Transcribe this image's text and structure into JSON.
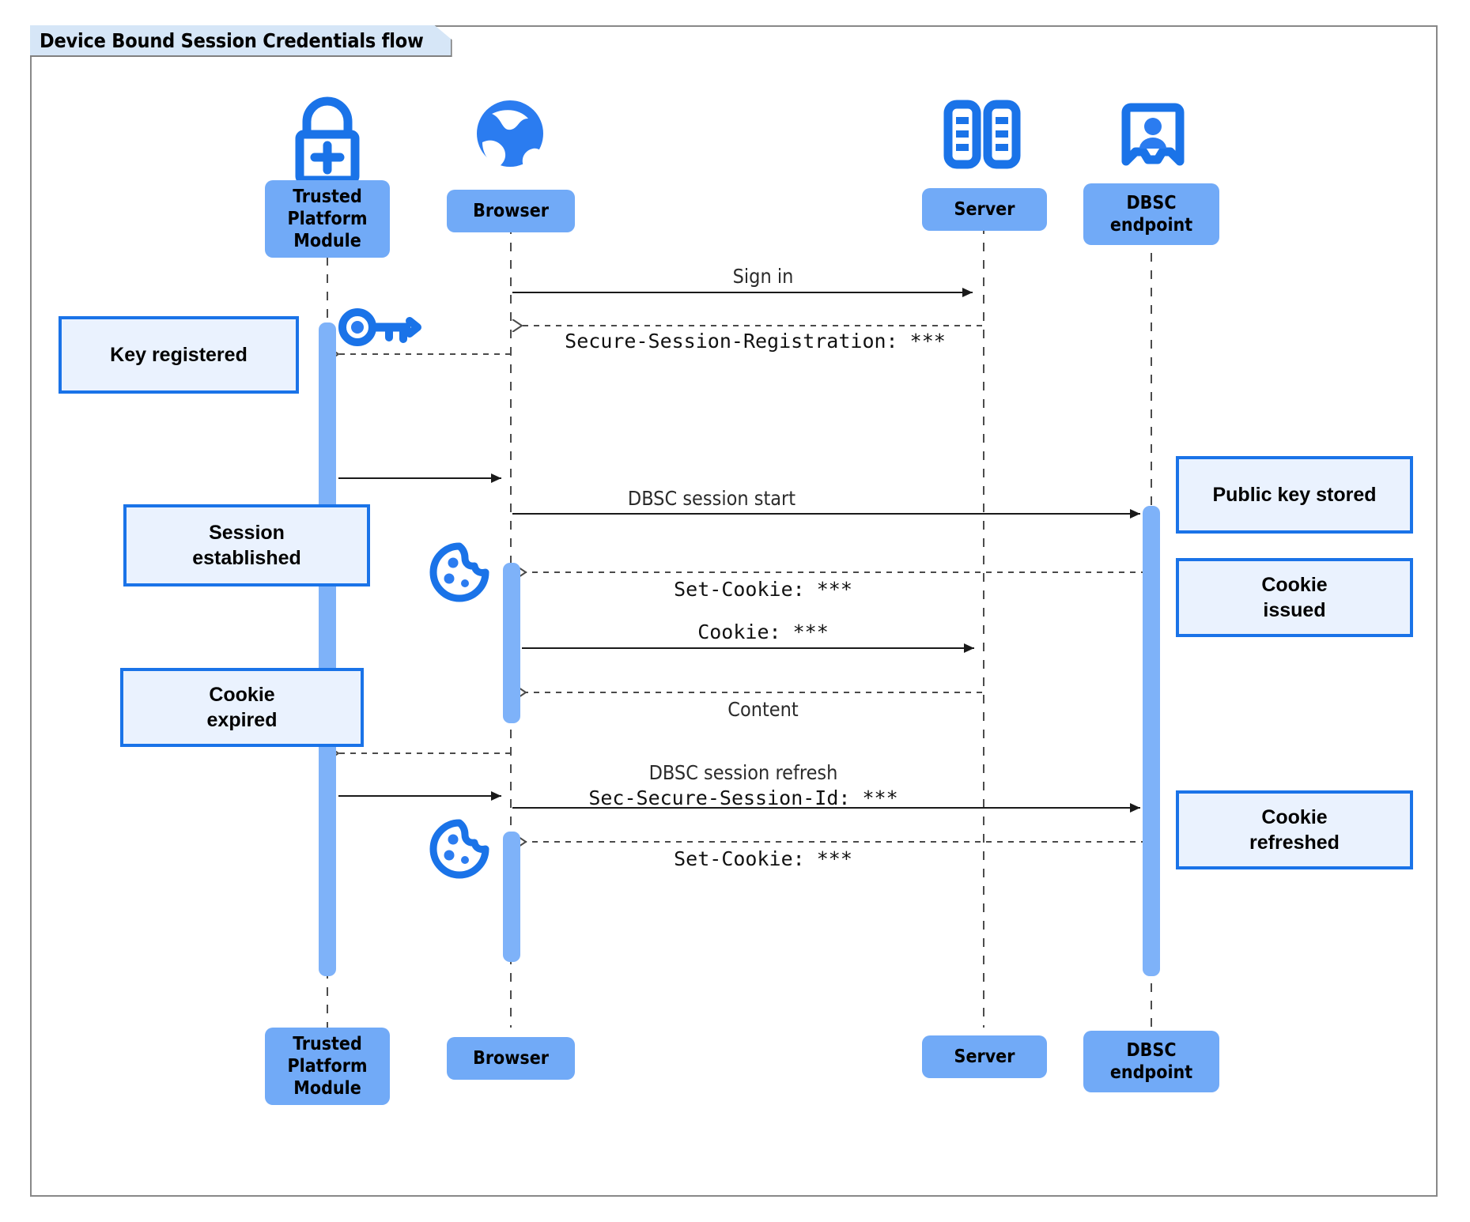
{
  "frame": {
    "title": "Device Bound Session Credentials flow"
  },
  "colors": {
    "participant_fill": "#71aaf7",
    "note_fill": "#eaf2fe",
    "note_border": "#1a73e8",
    "activation_fill": "#7eb2f9",
    "icon_blue": "#1a73e8",
    "frame_border": "#888888",
    "tab_fill": "#d6e6f7"
  },
  "participants": [
    {
      "id": "tpm",
      "label": "Trusted\nPlatform\nModule",
      "icon": "lock-plus-icon"
    },
    {
      "id": "browser",
      "label": "Browser",
      "icon": "globe-icon"
    },
    {
      "id": "server",
      "label": "Server",
      "icon": "server-racks-icon"
    },
    {
      "id": "dbsc",
      "label": "DBSC\nendpoint",
      "icon": "id-badge-icon"
    }
  ],
  "footer_participants": [
    {
      "id": "tpm",
      "label": "Trusted\nPlatform\nModule"
    },
    {
      "id": "browser",
      "label": "Browser"
    },
    {
      "id": "server",
      "label": "Server"
    },
    {
      "id": "dbsc",
      "label": "DBSC\nendpoint"
    }
  ],
  "messages": [
    {
      "id": "m1",
      "text": "Sign in",
      "style": "prop",
      "line": "solid",
      "from": "browser",
      "to": "server"
    },
    {
      "id": "m2",
      "text": "Secure-Session-Registration: ***",
      "style": "mono",
      "line": "dashed",
      "from": "server",
      "to": "browser"
    },
    {
      "id": "m3",
      "text": "",
      "style": "prop",
      "line": "solid",
      "from": "tpm",
      "to": "browser"
    },
    {
      "id": "m4",
      "text": "DBSC session start",
      "style": "prop",
      "line": "solid",
      "from": "browser",
      "to": "dbsc"
    },
    {
      "id": "m5",
      "text": "Set-Cookie: ***",
      "style": "mono",
      "line": "dashed",
      "from": "dbsc",
      "to": "browser"
    },
    {
      "id": "m6",
      "text": "Cookie: ***",
      "style": "mono",
      "line": "solid",
      "from": "browser",
      "to": "server"
    },
    {
      "id": "m7",
      "text": "Content",
      "style": "prop",
      "line": "dashed",
      "from": "server",
      "to": "browser"
    },
    {
      "id": "m8",
      "text": "",
      "style": "prop",
      "line": "dashed",
      "from": "browser",
      "to": "tpm"
    },
    {
      "id": "m9a",
      "text": "DBSC session refresh",
      "style": "prop",
      "line": "none",
      "from": "",
      "to": ""
    },
    {
      "id": "m9b",
      "text": "Sec-Secure-Session-Id: ***",
      "style": "mono",
      "line": "solid",
      "from": "browser",
      "to": "dbsc"
    },
    {
      "id": "m10",
      "text": "",
      "style": "prop",
      "line": "solid",
      "from": "tpm",
      "to": "browser"
    },
    {
      "id": "m11",
      "text": "Set-Cookie: ***",
      "style": "mono",
      "line": "dashed",
      "from": "dbsc",
      "to": "browser"
    }
  ],
  "notes": [
    {
      "id": "n1",
      "text": "Key registered",
      "side": "left",
      "attached_to": "tpm"
    },
    {
      "id": "n2",
      "text": "Session\nestablished",
      "side": "left",
      "attached_to": "tpm"
    },
    {
      "id": "n3",
      "text": "Cookie\nexpired",
      "side": "left",
      "attached_to": "tpm"
    },
    {
      "id": "n4",
      "text": "Public key stored",
      "side": "right",
      "attached_to": "dbsc"
    },
    {
      "id": "n5",
      "text": "Cookie\nissued",
      "side": "right",
      "attached_to": "dbsc"
    },
    {
      "id": "n6",
      "text": "Cookie\nrefreshed",
      "side": "right",
      "attached_to": "dbsc"
    }
  ],
  "inline_icons": [
    {
      "id": "key1",
      "name": "key-icon",
      "near": "tpm"
    },
    {
      "id": "cookie1",
      "name": "cookie-icon",
      "near": "browser"
    },
    {
      "id": "cookie2",
      "name": "cookie-icon",
      "near": "browser"
    }
  ]
}
